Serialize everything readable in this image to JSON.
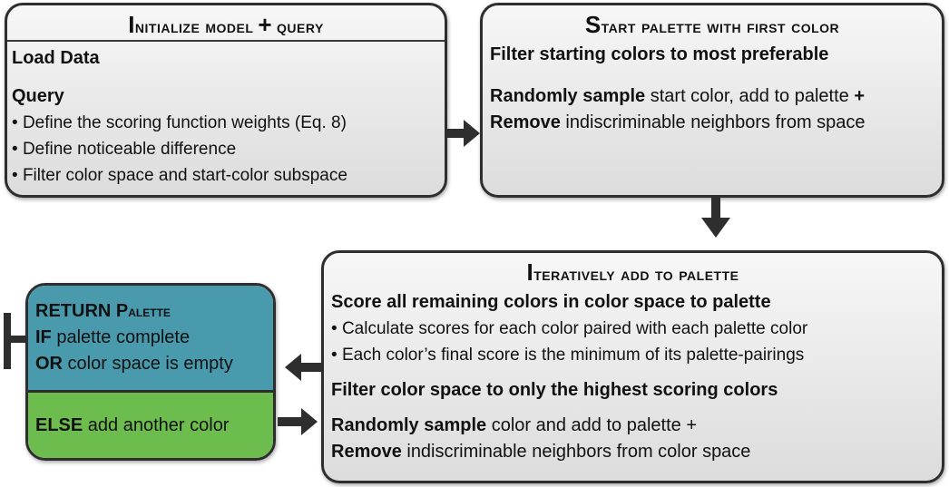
{
  "box_init": {
    "title_cap": "I",
    "title_rest": "nitialize model",
    "title_plus": "+",
    "title_end": "query",
    "load": "Load Data",
    "query": "Query",
    "bullets": [
      "Define the scoring function weights (Eq. 8)",
      "Define noticeable difference",
      "Filter color space and start-color subspace"
    ]
  },
  "box_start": {
    "title_cap": "S",
    "title_rest": "tart palette with first color",
    "filter": "Filter starting colors to most preferable",
    "sample_bold": "Randomly sample",
    "sample_rest": " start color, add to palette ",
    "sample_plus": "+",
    "remove_bold": "Remove",
    "remove_rest": " indiscriminable neighbors from space"
  },
  "box_iter": {
    "title_cap": "I",
    "title_rest": "teratively add to palette",
    "score": "Score all remaining colors in color space to palette",
    "bullets": [
      "Calculate scores for each color paired with each palette color",
      "Each color’s final score is the minimum of its palette-pairings"
    ],
    "filter": "Filter color space to only the highest scoring colors",
    "sample_bold": "Randomly sample",
    "sample_rest": " color and add to palette +",
    "remove_bold": "Remove",
    "remove_rest": " indiscriminable neighbors from color space"
  },
  "box_return": {
    "return_bold": "RETURN",
    "return_cap": " P",
    "return_rest": "alette",
    "if_bold": "IF",
    "if_rest": " palette complete",
    "or_bold": "OR",
    "or_rest": " color space is empty",
    "color": "#4a9aae"
  },
  "box_else": {
    "else_bold": "ELSE",
    "else_rest": " add another color",
    "color": "#6dbd4e"
  }
}
